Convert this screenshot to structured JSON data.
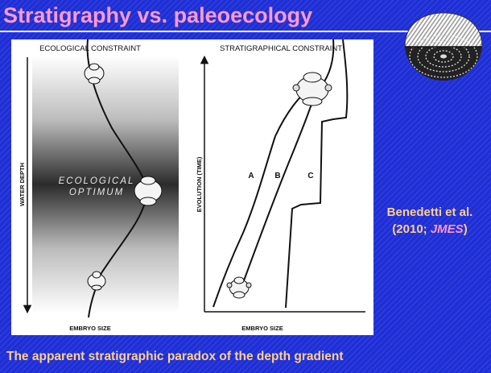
{
  "slide": {
    "title": "Stratigraphy vs. paleoecology",
    "citation": {
      "authors": "Benedetti et al.",
      "year_open": "(2010; ",
      "journal": "JMES",
      "close": ")"
    },
    "caption": "The apparent stratigraphic paradox of the depth gradient"
  },
  "figure": {
    "left_panel": {
      "title": "ECOLOGICAL CONSTRAINT",
      "y_axis_label": "WATER DEPTH",
      "x_axis_label": "EMBRYO SIZE",
      "zone_label_line1": "ECOLOGICAL",
      "zone_label_line2": "OPTIMUM"
    },
    "right_panel": {
      "title": "STRATIGRAPHICAL CONSTRAINT",
      "y_axis_label": "EVOLUTION (TIME)",
      "x_axis_label": "EMBRYO SIZE",
      "curve_labels": [
        "A",
        "B",
        "C"
      ]
    }
  },
  "colors": {
    "background": "#1f2fd6",
    "title": "#ff99cc",
    "citation": "#ffd08a",
    "journal": "#ff99cc",
    "caption": "#ffd08a"
  }
}
